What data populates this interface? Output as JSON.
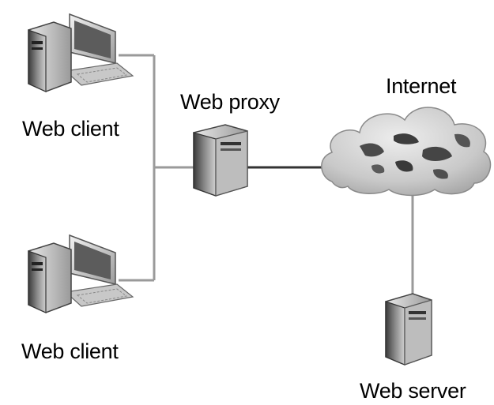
{
  "diagram": {
    "nodes": {
      "client_top": {
        "label": "Web client",
        "icon": "desktop-computer-icon"
      },
      "client_bottom": {
        "label": "Web client",
        "icon": "desktop-computer-icon"
      },
      "proxy": {
        "label": "Web proxy",
        "icon": "tower-server-icon"
      },
      "internet": {
        "label": "Internet",
        "icon": "cloud-globe-icon"
      },
      "server": {
        "label": "Web server",
        "icon": "tower-server-icon"
      }
    },
    "edges": [
      {
        "from": "client_top",
        "to": "proxy"
      },
      {
        "from": "client_bottom",
        "to": "proxy"
      },
      {
        "from": "proxy",
        "to": "internet"
      },
      {
        "from": "internet",
        "to": "server"
      }
    ]
  }
}
